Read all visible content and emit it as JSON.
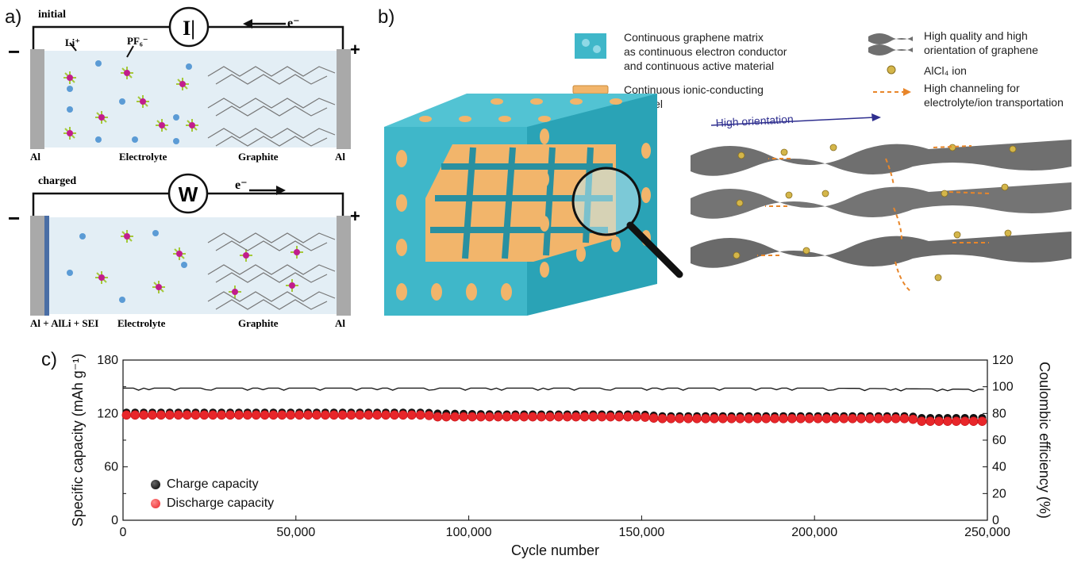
{
  "panel_a": {
    "letter": "a)",
    "top": {
      "state": "initial",
      "meter_symbol": "I|",
      "electron": "e⁻",
      "minus": "−",
      "plus": "+",
      "ion_li": "Li⁺",
      "ion_pf6": "PF₆⁻",
      "left_label": "Al",
      "mid_label": "Electrolyte",
      "graphite_label": "Graphite",
      "right_label": "Al"
    },
    "bottom": {
      "state": "charged",
      "meter_symbol": "W",
      "electron": "e⁻",
      "minus": "−",
      "plus": "+",
      "left_label": "Al + AlLi + SEI",
      "mid_label": "Electrolyte",
      "graphite_label": "Graphite",
      "right_label": "Al"
    },
    "colors": {
      "electrolyte": "#e3eef5",
      "electrode": "#a9a9a9",
      "sei": "#4a6ea5",
      "li": "#5b9bd5",
      "pf6_center": "#c21d8c",
      "pf6_arm": "#a5c83a",
      "graphite": "#8a8a8a"
    }
  },
  "panel_b": {
    "letter": "b)",
    "legend_cube": "Continuous graphene matrix as continuous electron conductor and continuous active material",
    "legend_channel": "Continuous ionic-conducting channel",
    "legend_sheets": "High quality and high orientation of graphene",
    "legend_ion": "AlCl₄ ion",
    "legend_arrow": "High channeling for electrolyte/ion transportation",
    "orientation_label": "High orientation",
    "colors": {
      "cube": "#3fb7c9",
      "channel": "#f2b56b",
      "sheet": "#6f6f6f",
      "ion": "#d4b64a",
      "arrow": "#e8862a",
      "orient": "#2f2f8f"
    }
  },
  "panel_c": {
    "letter": "c)",
    "legend_charge": "Charge capacity",
    "legend_discharge": "Discharge capacity"
  },
  "chart_data": {
    "type": "scatter",
    "xlabel": "Cycle number",
    "ylabel": "Specific capacity (mAh g⁻¹)",
    "y2label": "Coulombic efficiency (%)",
    "xlim": [
      0,
      250000
    ],
    "ylim": [
      0,
      180
    ],
    "y2lim": [
      0,
      120
    ],
    "x_ticks": [
      "0",
      "50,000",
      "100,000",
      "150,000",
      "200,000",
      "250,000"
    ],
    "x_tick_values": [
      0,
      50000,
      100000,
      150000,
      200000,
      250000
    ],
    "y_ticks": [
      0,
      60,
      120,
      180
    ],
    "y_minor_ticks": [
      30,
      90,
      150
    ],
    "y2_ticks": [
      0,
      20,
      40,
      60,
      80,
      100,
      120
    ],
    "series": [
      {
        "name": "Charge capacity",
        "color": "#111111",
        "x": [
          0,
          20000,
          40000,
          60000,
          80000,
          88000,
          90000,
          110000,
          130000,
          150000,
          155000,
          170000,
          190000,
          210000,
          228000,
          230000,
          240000,
          250000
        ],
        "values": [
          121,
          121,
          121,
          121,
          121,
          121,
          120,
          119,
          119,
          119,
          117,
          117,
          117,
          117,
          117,
          115,
          115,
          115
        ]
      },
      {
        "name": "Discharge capacity",
        "color": "#e8262a",
        "x": [
          0,
          20000,
          40000,
          60000,
          80000,
          88000,
          90000,
          110000,
          130000,
          150000,
          155000,
          170000,
          190000,
          210000,
          228000,
          230000,
          240000,
          250000
        ],
        "values": [
          120,
          120,
          120,
          120,
          120,
          120,
          118,
          118,
          118,
          118,
          116,
          116,
          116,
          116,
          116,
          113,
          113,
          113
        ]
      },
      {
        "name": "Coulombic efficiency",
        "axis": "right",
        "color": "#111111",
        "x": [
          0,
          50000,
          100000,
          150000,
          200000,
          250000
        ],
        "values": [
          99,
          99,
          99,
          99,
          99,
          98
        ]
      }
    ]
  }
}
